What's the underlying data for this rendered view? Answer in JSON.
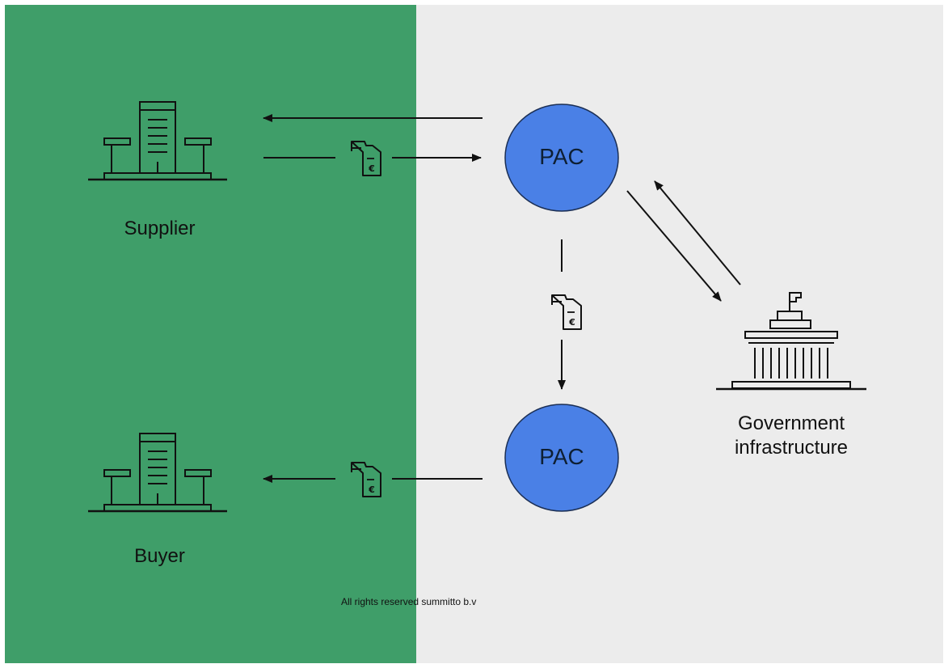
{
  "colors": {
    "left_panel": "#3f9e69",
    "right_panel": "#ececec",
    "pac_node": "#4a80e6",
    "stroke": "#111111"
  },
  "nodes": {
    "supplier": {
      "label": "Supplier",
      "icon": "office-building-icon"
    },
    "buyer": {
      "label": "Buyer",
      "icon": "office-building-icon"
    },
    "pac_top": {
      "label": "PAC"
    },
    "pac_bottom": {
      "label": "PAC"
    },
    "government": {
      "label_line1": "Government",
      "label_line2": "infrastructure",
      "icon": "government-building-icon"
    }
  },
  "document_icon": "euro-invoice-document-icon",
  "footer": {
    "text": "All rights reserved summitto b.v"
  }
}
